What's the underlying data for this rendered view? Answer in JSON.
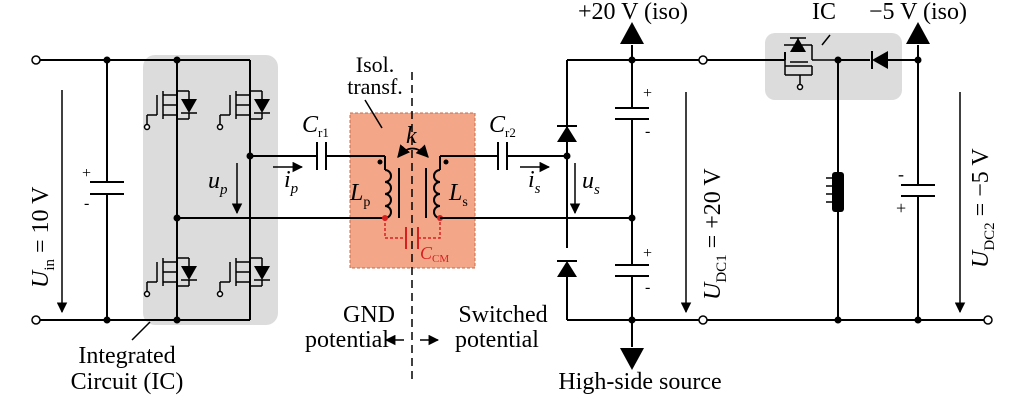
{
  "labels": {
    "vin_label": "U",
    "vin_sub": "in",
    "vin_value": " = 10 V",
    "up_main": "u",
    "up_sub": "p",
    "ip_main": "i",
    "ip_sub": "p",
    "cr1_main": "C",
    "cr1_sub": "r1",
    "cr2_main": "C",
    "cr2_sub": "r2",
    "transformer_line1": "Isol.",
    "transformer_line2": "transf.",
    "coupling": "k",
    "lp_main": "L",
    "lp_sub": "p",
    "ls_main": "L",
    "ls_sub": "s",
    "ccm_main": "C",
    "ccm_sub": "CM",
    "is_main": "i",
    "is_sub": "s",
    "us_main": "u",
    "us_sub": "s",
    "top_supply": "+20 V (iso)",
    "ic_small": "IC",
    "neg_supply": "−5 V (iso)",
    "vdc1_label": "U",
    "vdc1_sub": "DC1",
    "vdc1_value": " = +20 V",
    "vdc2_label": "U",
    "vdc2_sub": "DC2",
    "vdc2_value": " = −5 V",
    "gnd_line1": "GND",
    "gnd_line2": "potential",
    "switched_line1": "Switched",
    "switched_line2": "potential",
    "ic_line1": "Integrated",
    "ic_line2": "Circuit (IC)",
    "high_side": "High-side source",
    "plus": "+",
    "minus": "-"
  },
  "colors": {
    "ic_box": "#dcdcdc",
    "transformer_box": "#f4a689",
    "cm_capacitor": "#d62020",
    "wire": "#000000"
  }
}
